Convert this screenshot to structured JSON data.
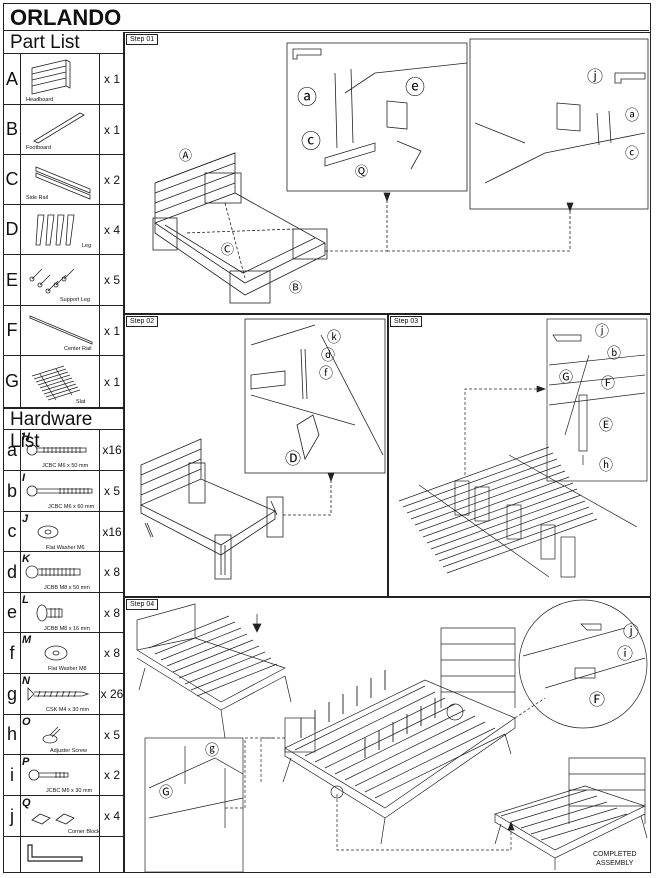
{
  "title": "ORLANDO",
  "part_list": {
    "heading": "Part List",
    "items": [
      {
        "letter": "A",
        "name": "Headboard",
        "qty": "x 1"
      },
      {
        "letter": "B",
        "name": "Footboard",
        "qty": "x 1"
      },
      {
        "letter": "C",
        "name": "Side Rail",
        "qty": "x 2"
      },
      {
        "letter": "D",
        "name": "Leg",
        "qty": "x 4"
      },
      {
        "letter": "E",
        "name": "Support Leg",
        "qty": "x 5"
      },
      {
        "letter": "F",
        "name": "Center Rail",
        "qty": "x 1"
      },
      {
        "letter": "G",
        "name": "Slat",
        "qty": "x 1"
      }
    ]
  },
  "hardware_list": {
    "heading": "Hardware List",
    "items": [
      {
        "letter": "a",
        "code": "H",
        "name": "JCBC M6 x 50 mm",
        "qty": "x16"
      },
      {
        "letter": "b",
        "code": "I",
        "name": "JCBC M6 x 60 mm",
        "qty": "x 5"
      },
      {
        "letter": "c",
        "code": "J",
        "name": "Flat Washer M6",
        "qty": "x16"
      },
      {
        "letter": "d",
        "code": "K",
        "name": "JCBB M8 x 50 mm",
        "qty": "x 8"
      },
      {
        "letter": "e",
        "code": "L",
        "name": "JCBB M8 x 16 mm",
        "qty": "x 8"
      },
      {
        "letter": "f",
        "code": "M",
        "name": "Flat Washer M8",
        "qty": "x 8"
      },
      {
        "letter": "g",
        "code": "N",
        "name": "CSK M4 x 30 mm",
        "qty": "x 26"
      },
      {
        "letter": "h",
        "code": "O",
        "name": "Adjuster Screw",
        "qty": "x 5"
      },
      {
        "letter": "i",
        "code": "P",
        "name": "JCBC M6 x 30 mm",
        "qty": "x 2"
      },
      {
        "letter": "j",
        "code": "Q",
        "name": "Corner Block",
        "qty": "x 4"
      }
    ]
  },
  "steps": {
    "s1": "Step 01",
    "s2": "Step 02",
    "s3": "Step 03",
    "s4": "Step 04"
  },
  "callouts": {
    "A": "A",
    "B": "B",
    "C": "C",
    "D": "D",
    "E": "E",
    "F": "F",
    "G": "G",
    "a": "a",
    "b": "b",
    "c": "c",
    "d": "d",
    "e": "e",
    "f": "f",
    "g": "g",
    "h": "h",
    "i": "i",
    "j": "j",
    "k": "k",
    "Q": "Q"
  },
  "completed": {
    "line1": "COMPLETED",
    "line2": "ASSEMBLY"
  }
}
